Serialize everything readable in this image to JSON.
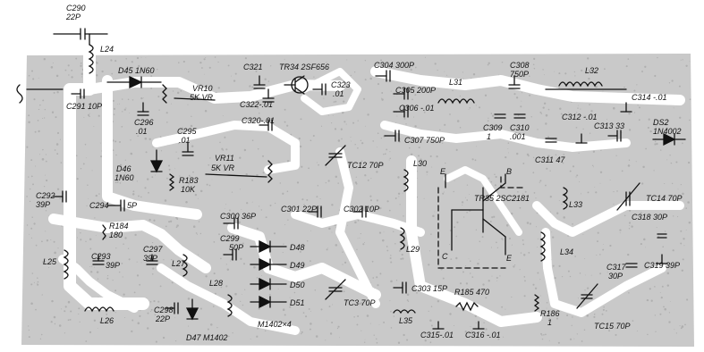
{
  "board_color": "#c9c9c9",
  "trace_color": "#ffffff",
  "ink_color": "#111111",
  "labels": {
    "c290": "C290",
    "c290v": "22P",
    "l24": "L24",
    "d45": "D45 1N60",
    "vr10a": "VR10",
    "vr10b": "5K VR",
    "c296a": "C296",
    "c296b": ".01",
    "c321": "C321",
    "tr34": "TR34 2SF656",
    "c322": "C322-.01",
    "c323a": "C323",
    "c323b": ".01",
    "c320": "C320-.01",
    "c295a": "C295",
    "c295b": ".01",
    "vr11a": "VR11",
    "vr11b": "5K VR",
    "c291": "C291 10P",
    "d46a": "D46",
    "d46b": "1N60",
    "r183a": "R183",
    "r183b": "10K",
    "c292a": "C292",
    "c292b": "39P",
    "c294": "C294",
    "c294v": "5P",
    "r184a": "R184",
    "r184b": "180",
    "c300": "C300 36P",
    "c301": "C301 22P",
    "c302": "C302 10P",
    "tc12": "TC12 70P",
    "c304": "C304 300P",
    "c305": "C305 200P",
    "l31": "L31",
    "c306": "C306 -.01",
    "c307": "C307 750P",
    "l30": "L30",
    "c308a": "C308",
    "c308b": "750P",
    "l32": "L32",
    "c309a": "C309",
    "c309b": "1",
    "c310a": "C310",
    "c310b": ".001",
    "c311": "C311 47",
    "c312": "C312 -.01",
    "c313": "C313 33",
    "c314": "C314 -.01",
    "ds2a": "DS2",
    "ds2b": "1N4002",
    "e1": "E",
    "b1": "B",
    "tr35": "TR35 2SC2181",
    "c1": "C",
    "e2": "E",
    "l33": "L33",
    "tc14": "TC14 70P",
    "c318": "C318 30P",
    "c319": "C319 39P",
    "c317a": "C317",
    "c317b": "30P",
    "l34": "L34",
    "tc15": "TC15 70P",
    "r186a": "R186",
    "r186b": "1",
    "l25": "L25",
    "c293a": "C293",
    "c293b": "39P",
    "c297a": "C297",
    "c297b": "39P",
    "l27": "L27",
    "c299a": "C299",
    "c299b": "50P",
    "d48": "D48",
    "d49": "D49",
    "d50": "D50",
    "d51": "D51",
    "m1402": "M1402×4",
    "l28": "L28",
    "l26": "L26",
    "c298a": "C298",
    "c298b": "22P",
    "d47": "D47 M1402",
    "l29": "L29",
    "tc3": "TC3 70P",
    "c303": "C303 15P",
    "r185": "R185 470",
    "l35": "L35",
    "c315": "C315-.01",
    "c316": "C316 -.01"
  }
}
